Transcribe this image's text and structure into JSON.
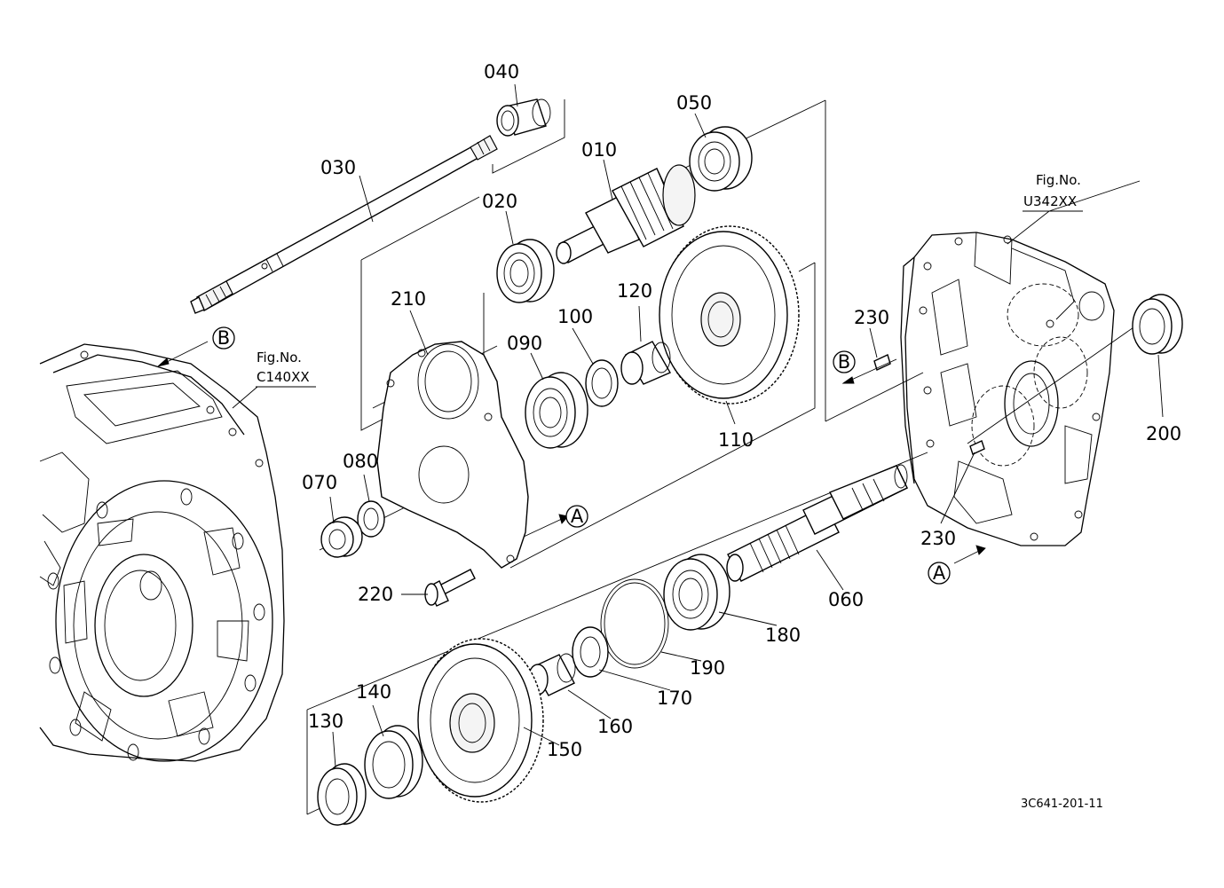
{
  "diagram": {
    "drawing_code": "3C641-201-11",
    "part_labels": [
      "040",
      "050",
      "030",
      "010",
      "020",
      "210",
      "120",
      "100",
      "090",
      "230",
      "200",
      "110",
      "080",
      "070",
      "220",
      "060",
      "180",
      "190",
      "170",
      "160",
      "150",
      "140",
      "130",
      "230"
    ],
    "fig_refs": [
      {
        "title": "Fig.No.",
        "number": "C140XX"
      },
      {
        "title": "Fig.No.",
        "number": "U342XX"
      }
    ],
    "connectors": [
      "B",
      "A",
      "B",
      "A"
    ]
  }
}
